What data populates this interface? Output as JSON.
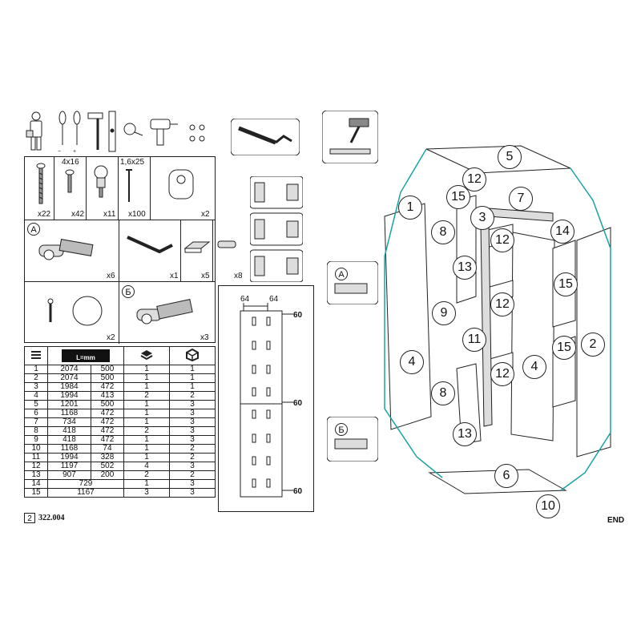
{
  "hardware": {
    "screw_long_qty": "x22",
    "screw_short_size": "4x16",
    "screw_short_qty": "x42",
    "cam_qty": "x11",
    "nail_size": "1,6x25",
    "nail_qty": "x100",
    "rail_holder_qty": "x2",
    "hinge_a_label": "A",
    "hinge_a_qty": "x6",
    "hex_key_qty": "x1",
    "bracket_qty": "x5",
    "dowel_qty": "x8",
    "knob_qty": "x2",
    "hinge_b_label": "Б",
    "hinge_b_qty": "x3"
  },
  "hinge_template": {
    "dim_left": "64",
    "dim_right": "64",
    "offset_top": "60",
    "offset_mid": "60",
    "offset_bottom": "60"
  },
  "parts_table": {
    "unit_label": "L=mm",
    "rows": [
      {
        "n": "1",
        "l": "2074",
        "w": "500",
        "q1": "1",
        "q2": "1"
      },
      {
        "n": "2",
        "l": "2074",
        "w": "500",
        "q1": "1",
        "q2": "1"
      },
      {
        "n": "3",
        "l": "1984",
        "w": "472",
        "q1": "1",
        "q2": "1"
      },
      {
        "n": "4",
        "l": "1994",
        "w": "413",
        "q1": "2",
        "q2": "2"
      },
      {
        "n": "5",
        "l": "1201",
        "w": "500",
        "q1": "1",
        "q2": "3"
      },
      {
        "n": "6",
        "l": "1168",
        "w": "472",
        "q1": "1",
        "q2": "3"
      },
      {
        "n": "7",
        "l": "734",
        "w": "472",
        "q1": "1",
        "q2": "3"
      },
      {
        "n": "8",
        "l": "418",
        "w": "472",
        "q1": "2",
        "q2": "3"
      },
      {
        "n": "9",
        "l": "418",
        "w": "472",
        "q1": "1",
        "q2": "3"
      },
      {
        "n": "10",
        "l": "1168",
        "w": "74",
        "q1": "1",
        "q2": "2"
      },
      {
        "n": "11",
        "l": "1994",
        "w": "328",
        "q1": "1",
        "q2": "2"
      },
      {
        "n": "12",
        "l": "1197",
        "w": "502",
        "q1": "4",
        "q2": "3"
      },
      {
        "n": "13",
        "l": "907",
        "w": "200",
        "q1": "2",
        "q2": "2"
      },
      {
        "n": "14",
        "l": "729",
        "w": "",
        "q1": "1",
        "q2": "3"
      },
      {
        "n": "15",
        "l": "1167",
        "w": "",
        "q1": "3",
        "q2": "3"
      }
    ]
  },
  "callouts": {
    "hinge_a": "A",
    "hinge_b": "Б",
    "p1": "1",
    "p2": "2",
    "p3": "3",
    "p4a": "4",
    "p4b": "4",
    "p5": "5",
    "p6": "6",
    "p7": "7",
    "p8a": "8",
    "p8b": "8",
    "p9": "9",
    "p10": "10",
    "p11": "11",
    "p12a": "12",
    "p12b": "12",
    "p12c": "12",
    "p12d": "12",
    "p13a": "13",
    "p13b": "13",
    "p14": "14",
    "p15a": "15",
    "p15b": "15",
    "p15c": "15"
  },
  "footer": {
    "page_number": "2",
    "model_code": "322.004",
    "end_label": "END"
  },
  "colors": {
    "leader": "#1aa3a3",
    "line": "#222222"
  }
}
